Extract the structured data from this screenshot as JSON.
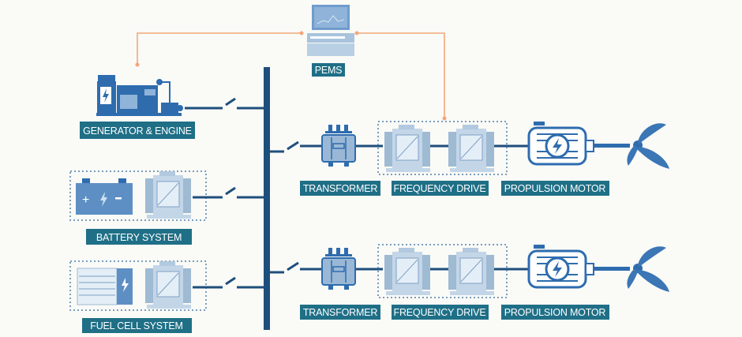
{
  "labels": {
    "pems": "PEMS",
    "generator": "GENERATOR & ENGINE",
    "battery": "BATTERY SYSTEM",
    "fuel_cell": "FUEL CELL SYSTEM",
    "transformer": "TRANSFORMER",
    "frequency_drive": "FREQUENCY DRIVE",
    "propulsion_motor": "PROPULSION MOTOR"
  },
  "colors": {
    "label_background": "#1f6f86",
    "bus": "#1e4f7c",
    "control_link": "#f2a77a",
    "device": "#2e6cae"
  }
}
